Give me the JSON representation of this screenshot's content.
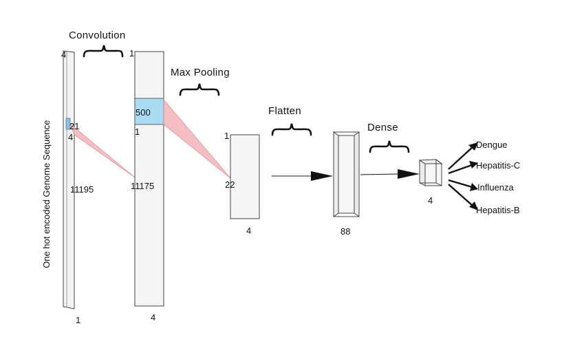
{
  "colors": {
    "layer_fill": "#f4f4f4",
    "layer_stroke": "#444444",
    "highlight": "#a9dcf2",
    "projection": "#f6b8bc",
    "arrow": "#111111"
  },
  "stage_labels": {
    "convolution": "Convolution",
    "max_pooling": "Max Pooling",
    "flatten": "Flatten",
    "dense": "Dense"
  },
  "input": {
    "axis_label": "One hot encoded Genome Sequence",
    "top_value": "4",
    "kernel_rows": "21",
    "kernel_cols": "4",
    "length": "11195",
    "width": "1"
  },
  "conv": {
    "top_value": "1",
    "filters": "500",
    "kernel_value": "1",
    "length": "11175",
    "width": "4"
  },
  "pool": {
    "top_value": "1",
    "length": "22",
    "width": "4"
  },
  "flatten_layer": {
    "size": "88"
  },
  "dense_layer": {
    "size": "4"
  },
  "outputs": [
    "Dengue",
    "Hepatitis-C",
    "Influenza",
    "Hepatitis-B"
  ]
}
